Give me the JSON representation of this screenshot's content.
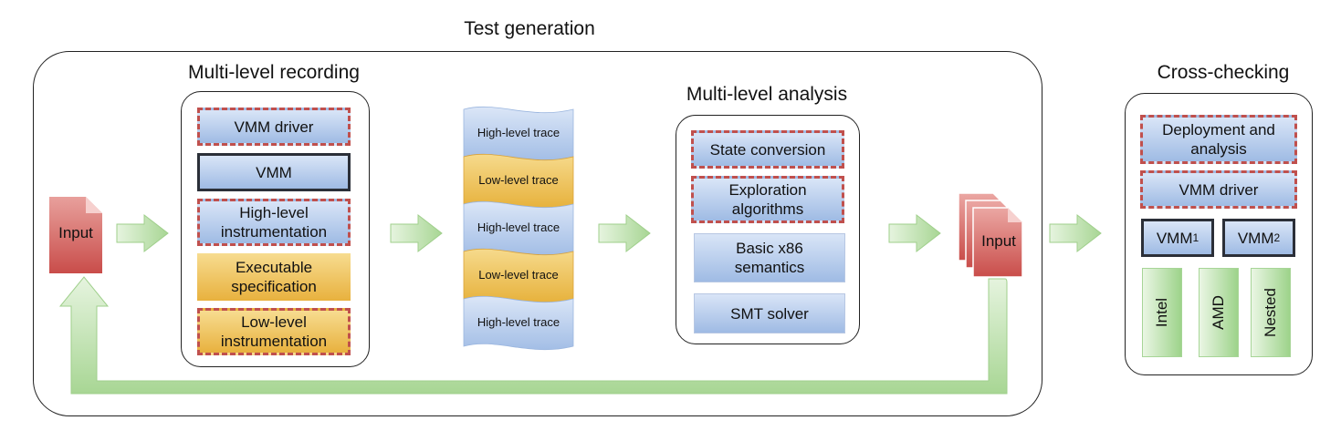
{
  "test_generation": {
    "title": "Test generation",
    "recording": {
      "title": "Multi-level recording",
      "items": [
        "VMM driver",
        "VMM",
        "High-level instrumentation",
        "Executable specification",
        "Low-level instrumentation"
      ]
    },
    "traces": [
      "High-level trace",
      "Low-level trace",
      "High-level trace",
      "Low-level trace",
      "High-level trace"
    ],
    "analysis": {
      "title": "Multi-level analysis",
      "items": [
        "State conversion",
        "Exploration algorithms",
        "Basic x86 semantics",
        "SMT solver"
      ]
    },
    "input_label": "Input",
    "output_input_label": "Input"
  },
  "cross_checking": {
    "title": "Cross-checking",
    "deploy": "Deployment and analysis",
    "driver": "VMM driver",
    "vmm1": "VMM",
    "vmm1_sub": "1",
    "vmm2": "VMM",
    "vmm2_sub": "2",
    "platforms": [
      "Intel",
      "AMD",
      "Nested"
    ]
  },
  "colors": {
    "dashed_border": "#c0504d",
    "blue_box": "#a9c3e8",
    "orange_box": "#eab548",
    "input_doc": "#d25a5a",
    "arrow_green": "#a3d38e"
  }
}
